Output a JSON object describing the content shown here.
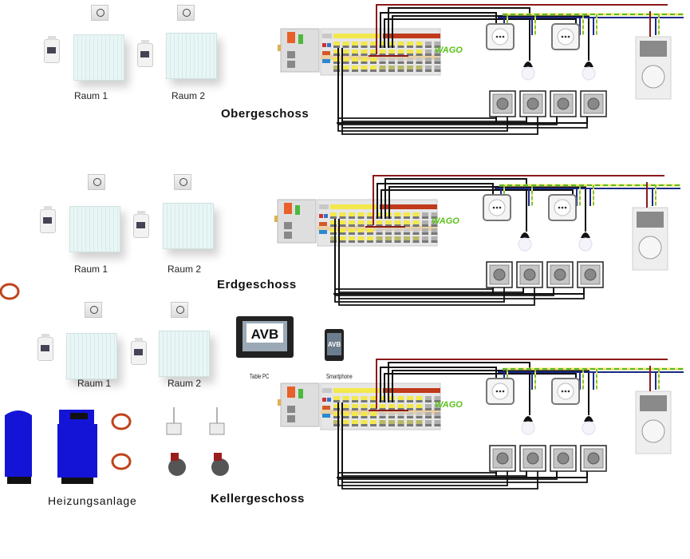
{
  "floors": [
    {
      "name": "Obergeschoss",
      "rooms": [
        "Raum 1",
        "Raum 2"
      ],
      "controller_brand": "WAGO"
    },
    {
      "name": "Erdgeschoss",
      "rooms": [
        "Raum 1",
        "Raum 2"
      ],
      "controller_brand": "WAGO"
    },
    {
      "name": "Kellergeschoss",
      "rooms": [
        "Raum 1",
        "Raum 2"
      ],
      "controller_brand": "WAGO"
    }
  ],
  "heating": {
    "label": "Heizungsanlage"
  },
  "devices": {
    "tablet_label": "Table PC",
    "smartphone_label": "Smartphone",
    "logo_text": "AVB"
  },
  "wire_colors": {
    "phase": "#8b1a1a",
    "neutral": "#1a2a8a",
    "earth_green": "#5ab82e",
    "earth_yellow": "#f1e66a",
    "signal": "#111111"
  },
  "component_colors": {
    "io_yellow": "#f2e84a",
    "io_red": "#c0391b",
    "io_olive": "#b8b86a",
    "wago_green": "#5cc21c",
    "boiler_blue": "#1414d6"
  }
}
